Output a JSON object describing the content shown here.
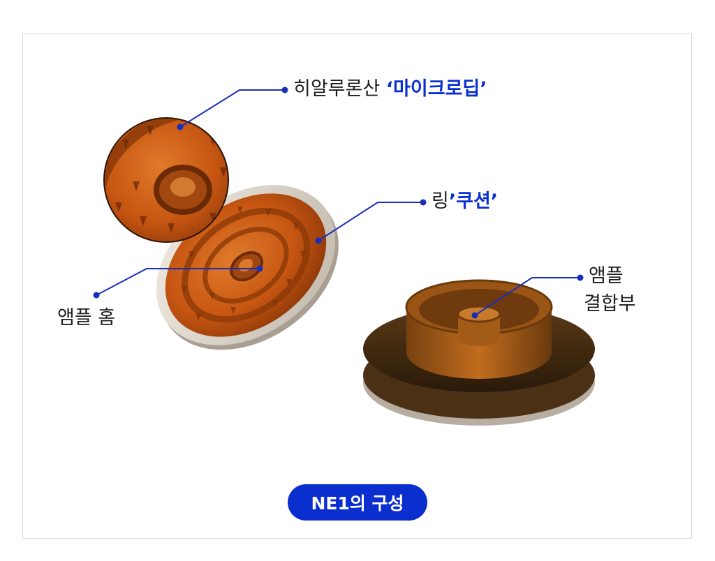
{
  "colors": {
    "accent": "#0a2fd0",
    "leader_line": "#1a2fb8",
    "badge_bg": "#0b2fcf",
    "amber": "#c8560f",
    "ring": "#ddd8cf",
    "dark_base": "#3a2712"
  },
  "labels": {
    "microdip_prefix": "히알루론산",
    "microdip_accent": "‘마이크로딥’",
    "ring_prefix": "링",
    "ring_accent": "’쿠션’",
    "ampoule_groove": "앰플 홈",
    "ampoule_joint_line1": "앰플",
    "ampoule_joint_line2": "결합부"
  },
  "badge": {
    "text": "NE1의 구성"
  }
}
